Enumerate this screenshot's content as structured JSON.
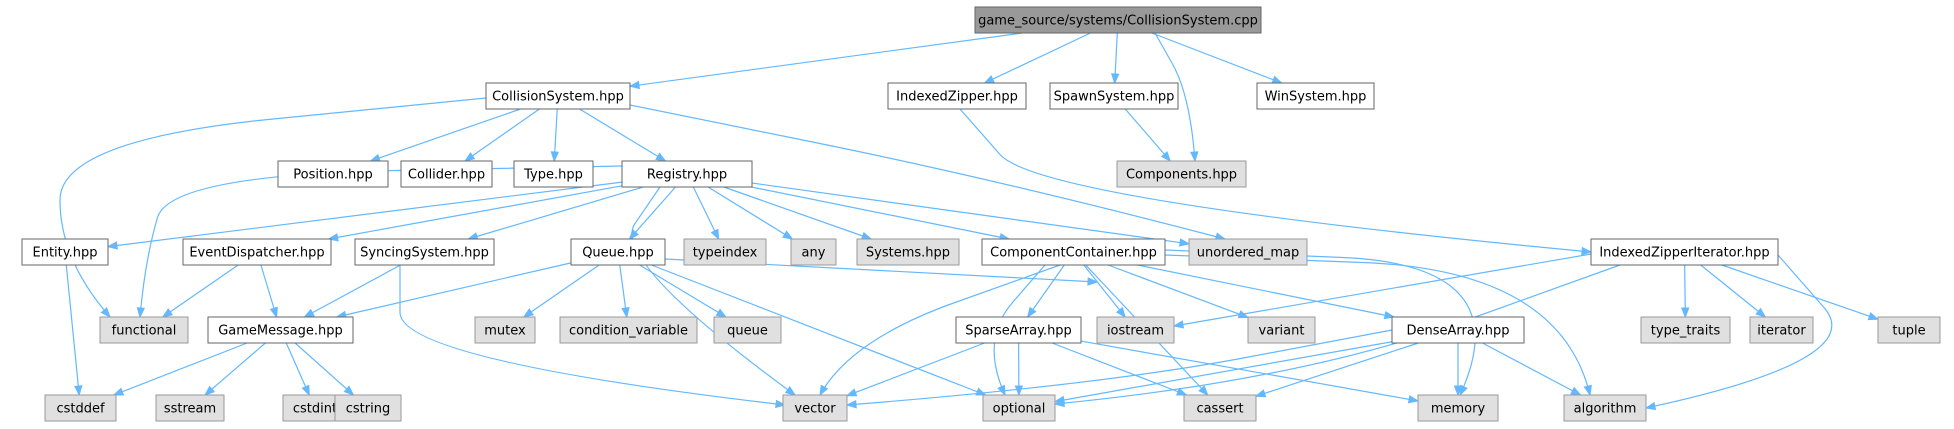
{
  "style": {
    "edge_color": "#63b8ff",
    "root_fill": "#999999",
    "file_fill": "#ffffff",
    "file_border": "#666666",
    "system_fill": "#e0e0e0",
    "system_border": "#999999"
  },
  "nodes": [
    {
      "id": "root",
      "label": "game_source/systems/CollisionSystem.cpp",
      "kind": "root"
    },
    {
      "id": "CollisionSystem",
      "label": "CollisionSystem.hpp",
      "kind": "file"
    },
    {
      "id": "IndexedZipper",
      "label": "IndexedZipper.hpp",
      "kind": "file"
    },
    {
      "id": "SpawnSystem",
      "label": "SpawnSystem.hpp",
      "kind": "file"
    },
    {
      "id": "WinSystem",
      "label": "WinSystem.hpp",
      "kind": "file"
    },
    {
      "id": "Components",
      "label": "Components.hpp",
      "kind": "system"
    },
    {
      "id": "Position",
      "label": "Position.hpp",
      "kind": "file"
    },
    {
      "id": "Collider",
      "label": "Collider.hpp",
      "kind": "file"
    },
    {
      "id": "Type",
      "label": "Type.hpp",
      "kind": "file"
    },
    {
      "id": "Registry",
      "label": "Registry.hpp",
      "kind": "file"
    },
    {
      "id": "Entity",
      "label": "Entity.hpp",
      "kind": "file"
    },
    {
      "id": "EventDispatcher",
      "label": "EventDispatcher.hpp",
      "kind": "file"
    },
    {
      "id": "SyncingSystem",
      "label": "SyncingSystem.hpp",
      "kind": "file"
    },
    {
      "id": "Queue",
      "label": "Queue.hpp",
      "kind": "file"
    },
    {
      "id": "typeindex",
      "label": "typeindex",
      "kind": "system"
    },
    {
      "id": "any",
      "label": "any",
      "kind": "system"
    },
    {
      "id": "Systems",
      "label": "Systems.hpp",
      "kind": "system"
    },
    {
      "id": "ComponentContainer",
      "label": "ComponentContainer.hpp",
      "kind": "file"
    },
    {
      "id": "unordered_map",
      "label": "unordered_map",
      "kind": "system"
    },
    {
      "id": "IndexedZipperIterator",
      "label": "IndexedZipperIterator.hpp",
      "kind": "file"
    },
    {
      "id": "functional",
      "label": "functional",
      "kind": "system"
    },
    {
      "id": "GameMessage",
      "label": "GameMessage.hpp",
      "kind": "file"
    },
    {
      "id": "mutex",
      "label": "mutex",
      "kind": "system"
    },
    {
      "id": "condition_variable",
      "label": "condition_variable",
      "kind": "system"
    },
    {
      "id": "queue",
      "label": "queue",
      "kind": "system"
    },
    {
      "id": "SparseArray",
      "label": "SparseArray.hpp",
      "kind": "file"
    },
    {
      "id": "iostream",
      "label": "iostream",
      "kind": "system"
    },
    {
      "id": "variant",
      "label": "variant",
      "kind": "system"
    },
    {
      "id": "DenseArray",
      "label": "DenseArray.hpp",
      "kind": "file"
    },
    {
      "id": "type_traits",
      "label": "type_traits",
      "kind": "system"
    },
    {
      "id": "iterator",
      "label": "iterator",
      "kind": "system"
    },
    {
      "id": "tuple",
      "label": "tuple",
      "kind": "system"
    },
    {
      "id": "cstddef",
      "label": "cstddef",
      "kind": "system"
    },
    {
      "id": "sstream",
      "label": "sstream",
      "kind": "system"
    },
    {
      "id": "cstdint",
      "label": "cstdint",
      "kind": "system"
    },
    {
      "id": "cstring",
      "label": "cstring",
      "kind": "system"
    },
    {
      "id": "vector",
      "label": "vector",
      "kind": "system"
    },
    {
      "id": "optional",
      "label": "optional",
      "kind": "system"
    },
    {
      "id": "cassert",
      "label": "cassert",
      "kind": "system"
    },
    {
      "id": "memory",
      "label": "memory",
      "kind": "system"
    },
    {
      "id": "algorithm",
      "label": "algorithm",
      "kind": "system"
    }
  ],
  "edges": [
    [
      "root",
      "CollisionSystem"
    ],
    [
      "root",
      "IndexedZipper"
    ],
    [
      "root",
      "SpawnSystem"
    ],
    [
      "root",
      "Components"
    ],
    [
      "root",
      "WinSystem"
    ],
    [
      "CollisionSystem",
      "Position"
    ],
    [
      "CollisionSystem",
      "Collider"
    ],
    [
      "CollisionSystem",
      "Type"
    ],
    [
      "CollisionSystem",
      "Registry"
    ],
    [
      "CollisionSystem",
      "functional"
    ],
    [
      "CollisionSystem",
      "unordered_map"
    ],
    [
      "SpawnSystem",
      "Components"
    ],
    [
      "IndexedZipper",
      "IndexedZipperIterator"
    ],
    [
      "Registry",
      "Entity"
    ],
    [
      "Registry",
      "EventDispatcher"
    ],
    [
      "Registry",
      "SyncingSystem"
    ],
    [
      "Registry",
      "Queue"
    ],
    [
      "Registry",
      "typeindex"
    ],
    [
      "Registry",
      "any"
    ],
    [
      "Registry",
      "Systems"
    ],
    [
      "Registry",
      "ComponentContainer"
    ],
    [
      "Registry",
      "unordered_map"
    ],
    [
      "Registry",
      "functional"
    ],
    [
      "Registry",
      "vector"
    ],
    [
      "Entity",
      "cstddef"
    ],
    [
      "EventDispatcher",
      "functional"
    ],
    [
      "EventDispatcher",
      "GameMessage"
    ],
    [
      "SyncingSystem",
      "GameMessage"
    ],
    [
      "SyncingSystem",
      "vector"
    ],
    [
      "Queue",
      "GameMessage"
    ],
    [
      "Queue",
      "mutex"
    ],
    [
      "Queue",
      "condition_variable"
    ],
    [
      "Queue",
      "queue"
    ],
    [
      "Queue",
      "iostream"
    ],
    [
      "Queue",
      "optional"
    ],
    [
      "GameMessage",
      "cstddef"
    ],
    [
      "GameMessage",
      "sstream"
    ],
    [
      "GameMessage",
      "cstdint"
    ],
    [
      "GameMessage",
      "cstring"
    ],
    [
      "ComponentContainer",
      "SparseArray"
    ],
    [
      "ComponentContainer",
      "DenseArray"
    ],
    [
      "ComponentContainer",
      "iostream"
    ],
    [
      "ComponentContainer",
      "variant"
    ],
    [
      "ComponentContainer",
      "vector"
    ],
    [
      "ComponentContainer",
      "optional"
    ],
    [
      "ComponentContainer",
      "cassert"
    ],
    [
      "ComponentContainer",
      "memory"
    ],
    [
      "ComponentContainer",
      "algorithm"
    ],
    [
      "SparseArray",
      "vector"
    ],
    [
      "SparseArray",
      "optional"
    ],
    [
      "SparseArray",
      "cassert"
    ],
    [
      "SparseArray",
      "memory"
    ],
    [
      "DenseArray",
      "vector"
    ],
    [
      "DenseArray",
      "optional"
    ],
    [
      "DenseArray",
      "cassert"
    ],
    [
      "DenseArray",
      "memory"
    ],
    [
      "DenseArray",
      "algorithm"
    ],
    [
      "IndexedZipperIterator",
      "type_traits"
    ],
    [
      "IndexedZipperIterator",
      "iterator"
    ],
    [
      "IndexedZipperIterator",
      "tuple"
    ],
    [
      "IndexedZipperIterator",
      "iostream"
    ],
    [
      "IndexedZipperIterator",
      "optional"
    ],
    [
      "IndexedZipperIterator",
      "algorithm"
    ]
  ]
}
